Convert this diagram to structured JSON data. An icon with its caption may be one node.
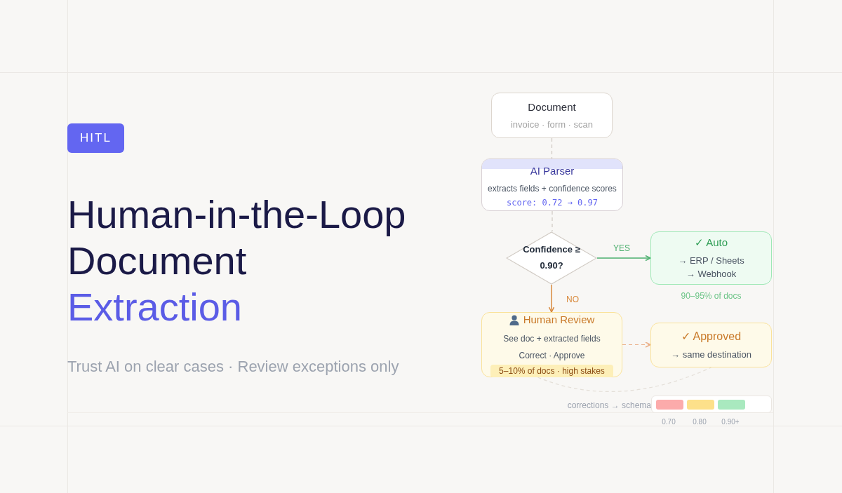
{
  "diagram": {
    "title": "Human-in-the-Loop Document Extraction",
    "nodes": [
      {
        "text": [
          "Document",
          "invoice · form · scan"
        ]
      },
      {
        "text": [
          "AI Parser",
          "extracts fields + confidence scores",
          "score: 0.72 → 0.97"
        ]
      },
      {
        "text": [
          "Confidence ≥ 0.90?"
        ]
      },
      {
        "text": [
          "✓ Auto",
          "→ ERP / Sheets",
          "→ Webhook"
        ],
        "beside": [
          "90–95% of docs"
        ]
      },
      {
        "text": [
          "Human Review",
          "See doc + extracted fields",
          "Correct · Approve",
          "5–10% of docs · high stakes"
        ]
      },
      {
        "text": [
          "✓ Approved",
          "→ same destination"
        ]
      }
    ],
    "edges": [
      {
        "from": 0,
        "to": 1,
        "arrow": "none",
        "style": "dashed"
      },
      {
        "from": 1,
        "to": 2,
        "arrow": "none",
        "style": "dashed"
      },
      {
        "from": 2,
        "to": 3,
        "arrow": "to",
        "label": "YES",
        "color": "#4caf6e"
      },
      {
        "from": 2,
        "to": 4,
        "arrow": "to",
        "label": "NO",
        "color": "#d98a3d"
      },
      {
        "from": 4,
        "to": 5,
        "arrow": "to",
        "style": "dashed",
        "color": "#eab08a"
      },
      {
        "from": 4,
        "to": 5,
        "arrow": "none",
        "style": "dashed",
        "color": "#e4dfd8"
      }
    ],
    "labels": [
      "HITL",
      "Trust AI on clear cases · Review exceptions only",
      "corrections → schema"
    ],
    "legend": [
      {
        "text": "0.70",
        "color": "#fcabab"
      },
      {
        "text": "0.80",
        "color": "#fde08a"
      },
      {
        "text": "0.90+",
        "color": "#a9e9bf"
      }
    ]
  }
}
